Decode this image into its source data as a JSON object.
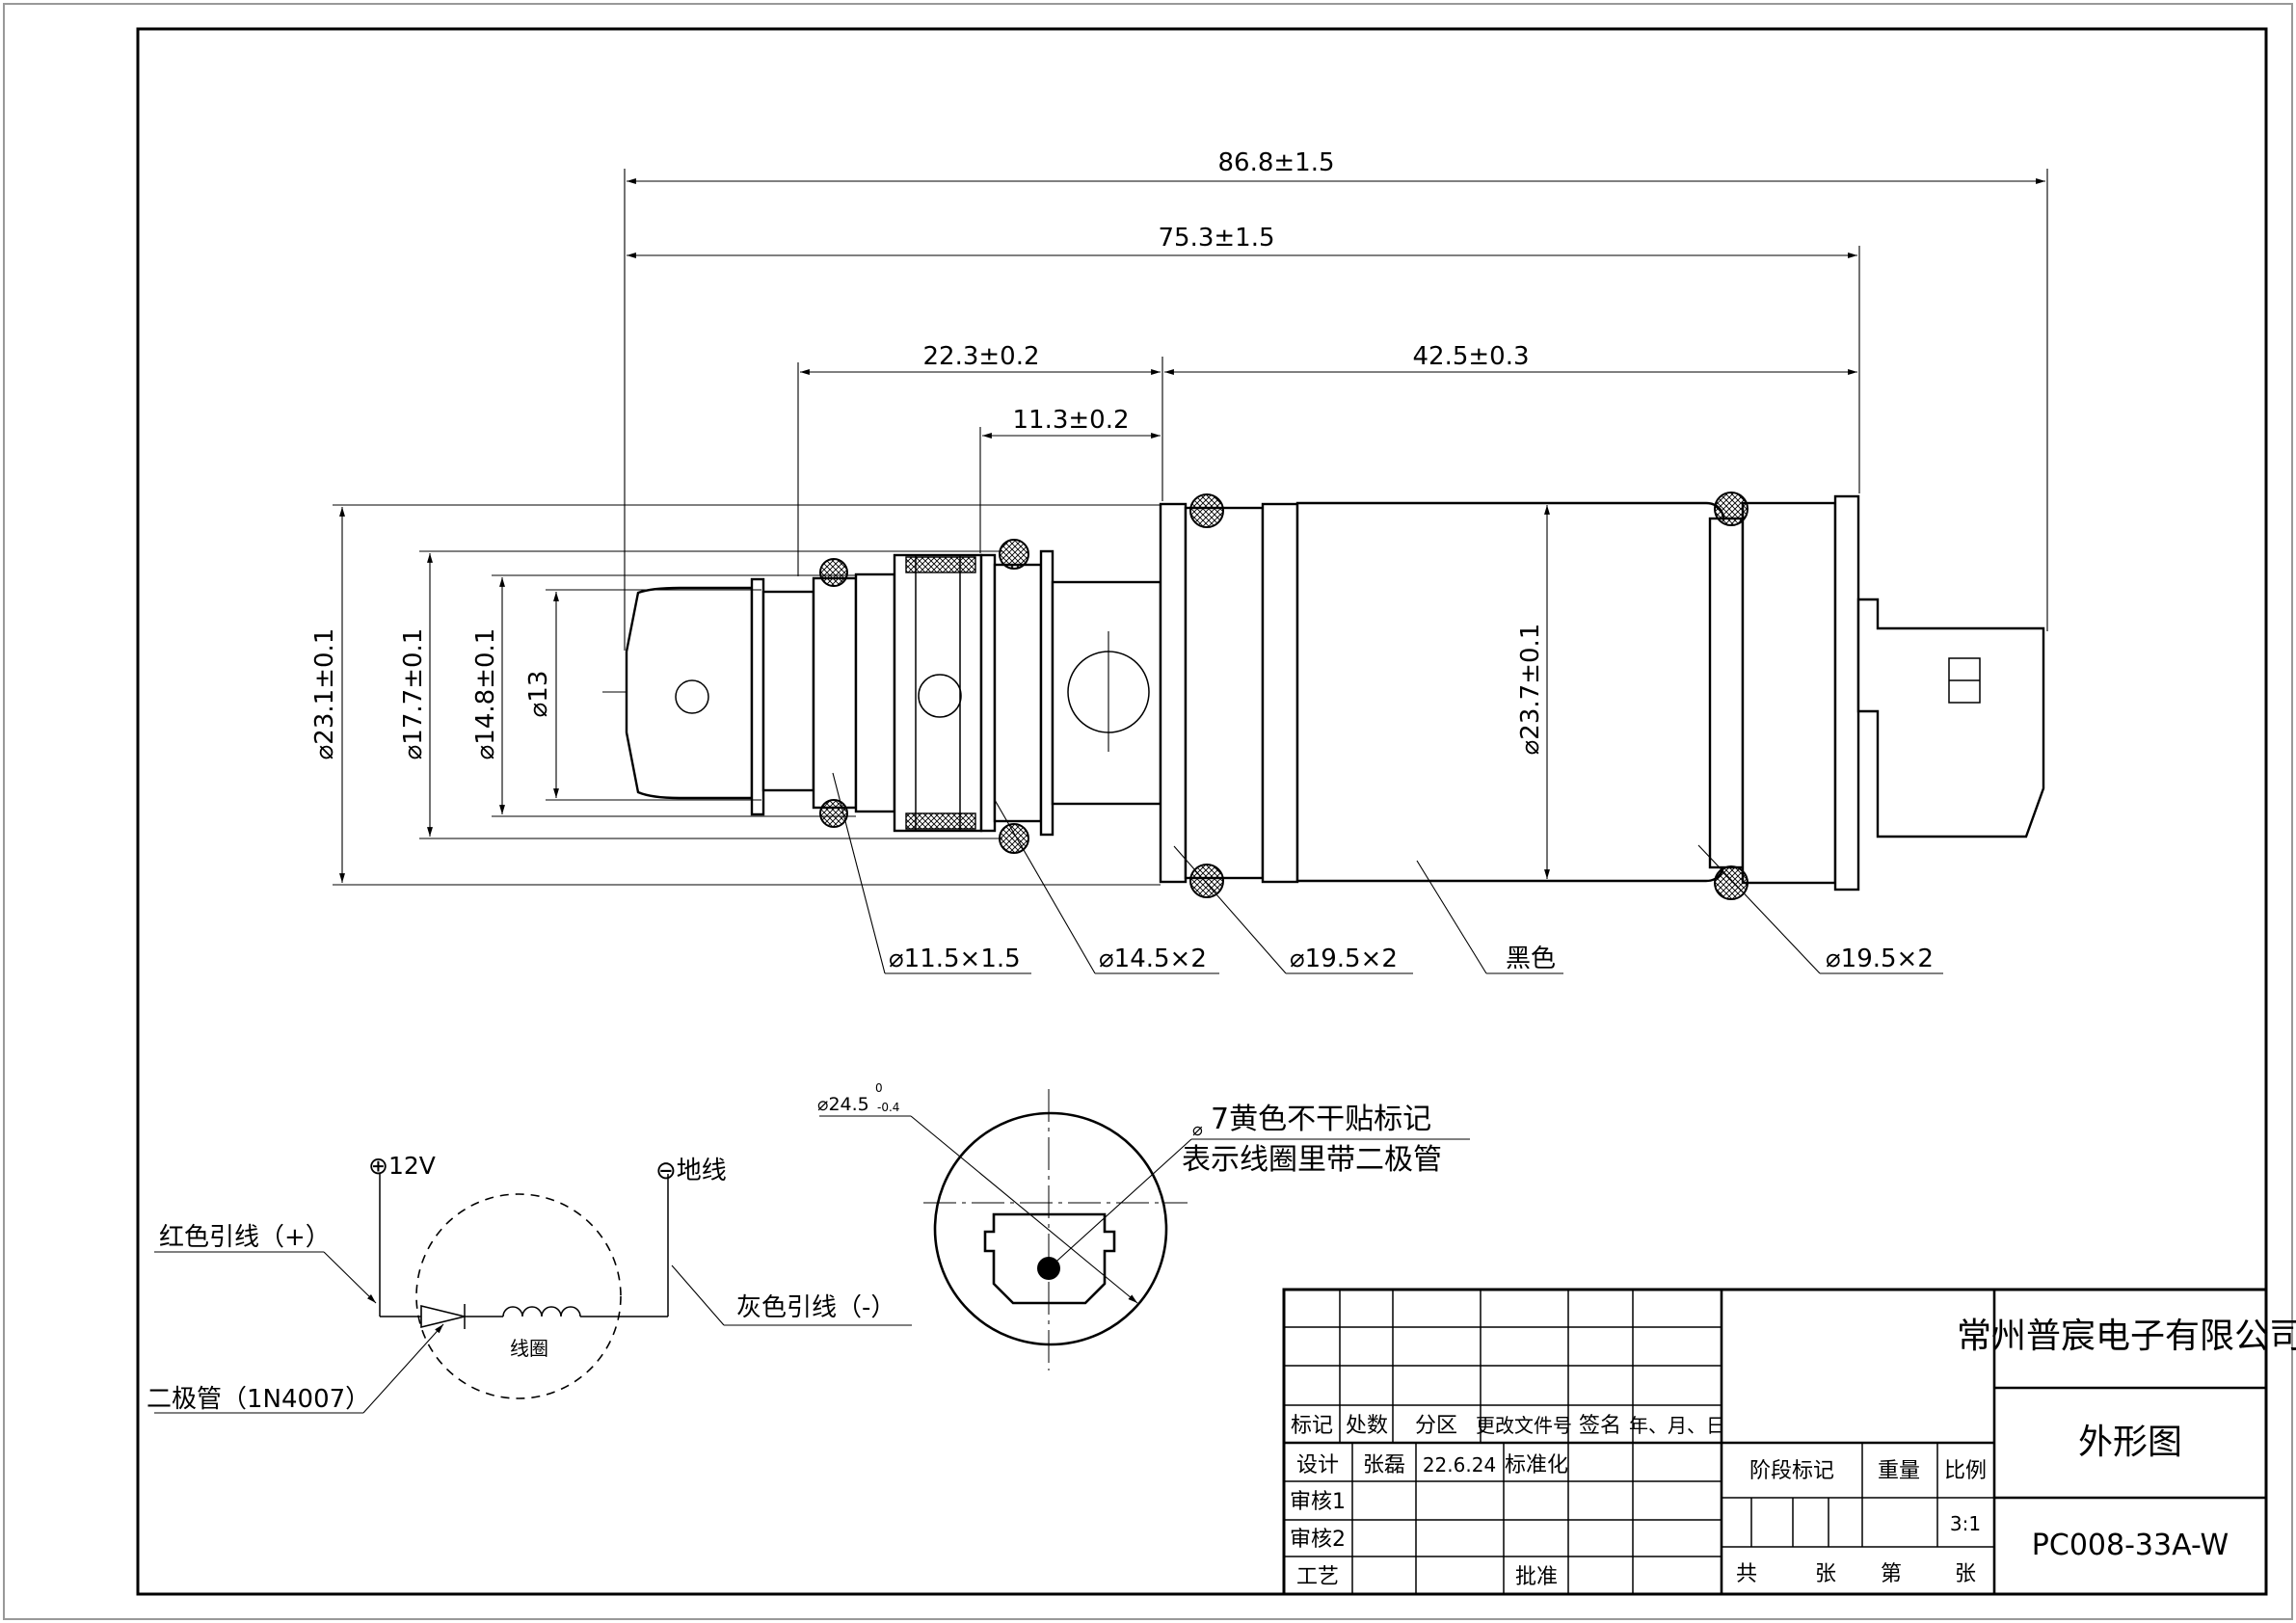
{
  "dimensions": {
    "overall_length": "86.8±1.5",
    "length_75": "75.3±1.5",
    "length_22": "22.3±0.2",
    "length_42": "42.5±0.3",
    "length_11": "11.3±0.2",
    "dia_23_1": "⌀23.1±0.1",
    "dia_17_7": "⌀17.7±0.1",
    "dia_14_8": "⌀14.8±0.1",
    "dia_13": "⌀13",
    "dia_23_7": "⌀23.7±0.1"
  },
  "callouts": {
    "oring_1": "⌀11.5×1.5",
    "oring_2": "⌀14.5×2",
    "oring_3": "⌀19.5×2",
    "body_color": "黑色",
    "oring_4": "⌀19.5×2"
  },
  "end_view": {
    "diameter": "⌀24.5",
    "tol_upper": "0",
    "tol_lower": "-0.4",
    "note_symbol": "⌀",
    "note_line1": "7黄色不干贴标记",
    "note_line2": "表示线圈里带二极管"
  },
  "circuit": {
    "plus_label": "⊕12V",
    "minus_label": "⊖地线",
    "red_lead": "红色引线（+）",
    "grey_lead": "灰色引线（-）",
    "diode": "二极管（1N4007）",
    "coil": "线圈"
  },
  "title_block": {
    "company": "常州普宸电子有限公司",
    "drawing_name": "外形图",
    "drawing_number": "PC008-33A-W",
    "headers": [
      "标记",
      "处数",
      "分区",
      "更改文件号",
      "签名",
      "年、月、日"
    ],
    "design_label": "设计",
    "designer": "张磊",
    "date": "22.6.24",
    "standardization": "标准化",
    "review1": "审核1",
    "review2": "审核2",
    "process": "工艺",
    "approve": "批准",
    "stage_mark": "阶段标记",
    "weight": "重量",
    "scale_label": "比例",
    "scale_value": "3:1",
    "total": "共",
    "sheets": "张",
    "sheet_no": "第",
    "sheet": "张"
  }
}
